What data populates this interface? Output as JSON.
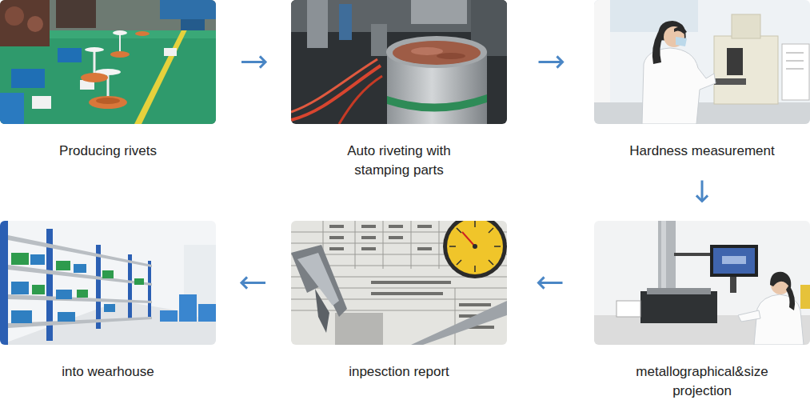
{
  "diagram": {
    "nodes": [
      {
        "text": [
          "Producing rivets"
        ]
      },
      {
        "text": [
          "Auto riveting with stamping parts"
        ]
      },
      {
        "text": [
          "Hardness measurement"
        ]
      },
      {
        "text": [
          "metallographical&size projection"
        ]
      },
      {
        "text": [
          "inpesction report"
        ]
      },
      {
        "text": [
          "into wearhouse"
        ]
      }
    ],
    "edges": [
      {
        "from": 0,
        "to": 1,
        "arrow": "to"
      },
      {
        "from": 1,
        "to": 2,
        "arrow": "to"
      },
      {
        "from": 2,
        "to": 3,
        "arrow": "to"
      },
      {
        "from": 3,
        "to": 4,
        "arrow": "to"
      },
      {
        "from": 4,
        "to": 5,
        "arrow": "to"
      }
    ]
  }
}
